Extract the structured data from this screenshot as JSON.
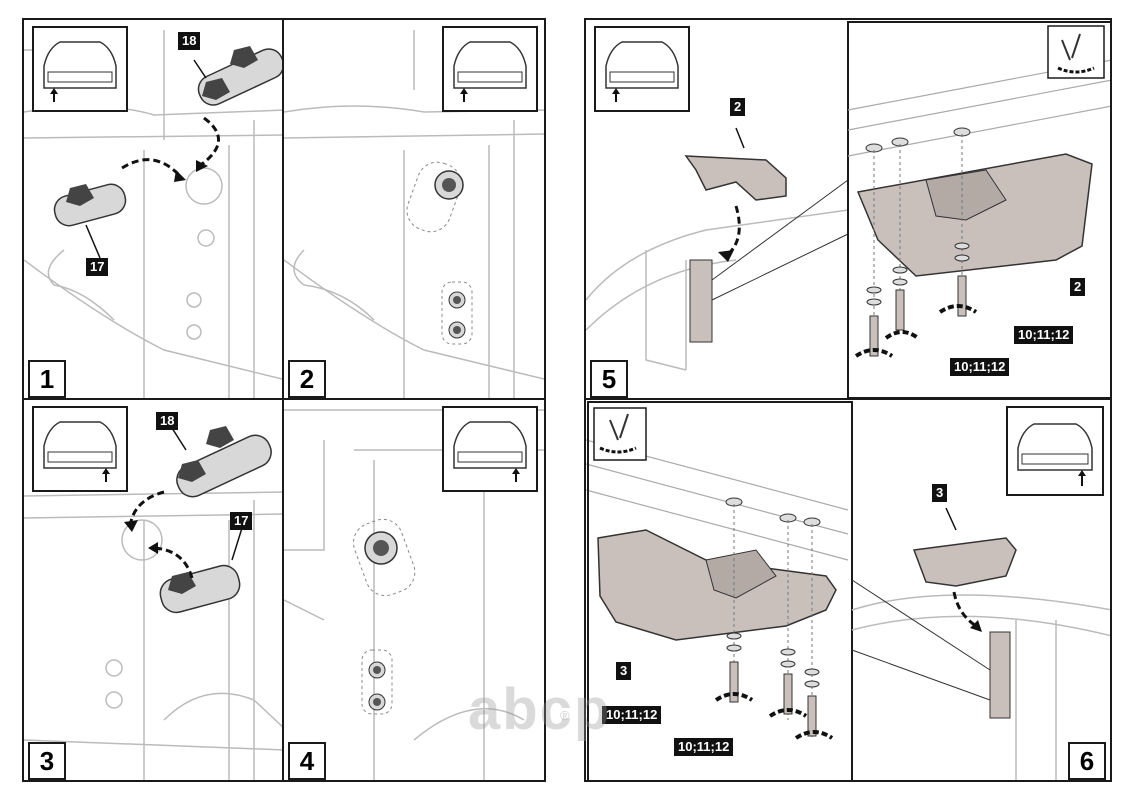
{
  "steps": [
    {
      "number": "1",
      "tags": [
        "18",
        "17"
      ]
    },
    {
      "number": "2",
      "tags": []
    },
    {
      "number": "3",
      "tags": [
        "18",
        "17"
      ]
    },
    {
      "number": "4",
      "tags": []
    },
    {
      "number": "5",
      "tags": [
        "2",
        "2",
        "10;11;12",
        "10;11;12"
      ]
    },
    {
      "number": "6",
      "tags": [
        "3",
        "3",
        "10;11;12",
        "10;11;12"
      ]
    }
  ],
  "watermark": {
    "text": "abcp",
    "mark": "®"
  },
  "icons": [
    "car-rear-thumbnail-icon",
    "arrow-up-icon",
    "wrench-tighten-icon",
    "curved-arrow-icon",
    "nut-plate-icon"
  ]
}
